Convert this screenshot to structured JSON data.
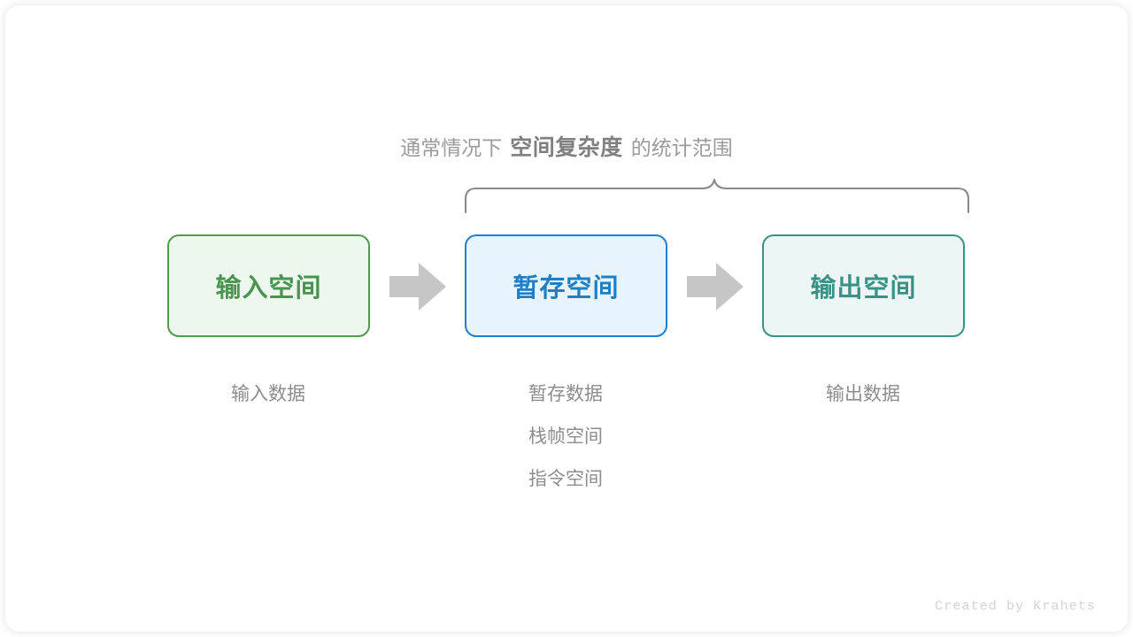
{
  "diagram": {
    "caption": {
      "prefix": "通常情况下",
      "emphasis": "空间复杂度",
      "suffix": "的统计范围"
    },
    "boxes": [
      {
        "label": "输入空间",
        "accent": "#4a9350",
        "fill": "#eef7ee",
        "border": "#519a51"
      },
      {
        "label": "暂存空间",
        "accent": "#1f7ec4",
        "fill": "#e8f4fd",
        "border": "#1b7fd4"
      },
      {
        "label": "输出空间",
        "accent": "#3a9287",
        "fill": "#ecf6f4",
        "border": "#3a9287"
      }
    ],
    "arrows": [
      {
        "name": "arrow-input-to-temp",
        "color": "#c6c6c6"
      },
      {
        "name": "arrow-temp-to-output",
        "color": "#c6c6c6"
      }
    ],
    "sublists": {
      "input": {
        "items": [
          "输入数据"
        ]
      },
      "temp": {
        "items": [
          "暂存数据",
          "栈帧空间",
          "指令空间"
        ]
      },
      "output": {
        "items": [
          "输出数据"
        ]
      }
    },
    "brace": {
      "name": "curly-brace-top",
      "color": "#8a8a8a",
      "spans_boxes": [
        "暂存空间",
        "输出空间"
      ]
    },
    "credit": "Created by Krahets"
  }
}
